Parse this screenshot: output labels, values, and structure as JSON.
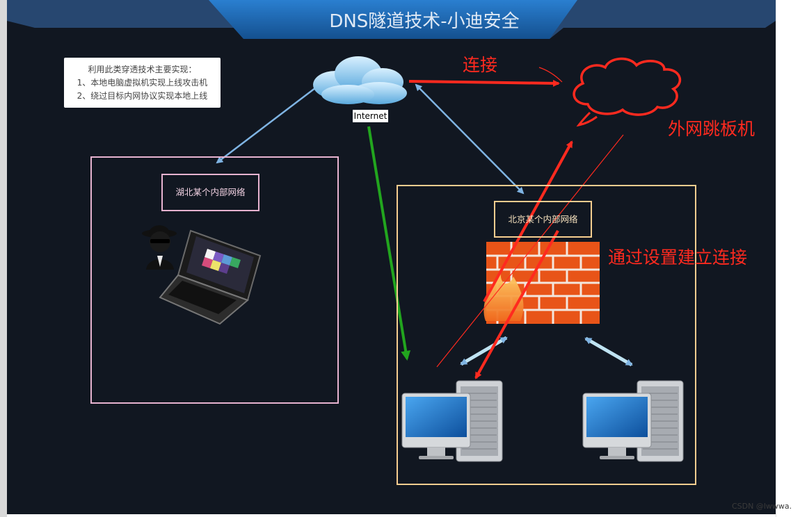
{
  "title": "DNS隧道技术-小迪安全",
  "note": {
    "lines": [
      "利用此类穿透技术主要实现：",
      "1、本地电脑虚拟机实现上线攻击机",
      "2、绕过目标内网协议实现本地上线"
    ]
  },
  "internet_label": "Internet",
  "hubei_label": "湖北某个内部网络",
  "beijing_label": "北京某个内部网络",
  "connect_label": "连接",
  "jump_label": "外网跳板机",
  "setup_label": "通过设置建立连接",
  "watermark": "CSDN @lwwwa.",
  "colors": {
    "background": "#111721",
    "title_banner": "#1d68b5",
    "red": "#ff2a1f",
    "green": "#22a51e",
    "light_blue": "#7fb4e3",
    "hubei_border": "#e7b3d0",
    "beijing_border": "#f6cd8f"
  },
  "icons": [
    "cloud-icon",
    "hacker-icon",
    "laptop-icon",
    "firewall-icon",
    "desktop-computer-icon",
    "jump-server-cloud-icon"
  ]
}
